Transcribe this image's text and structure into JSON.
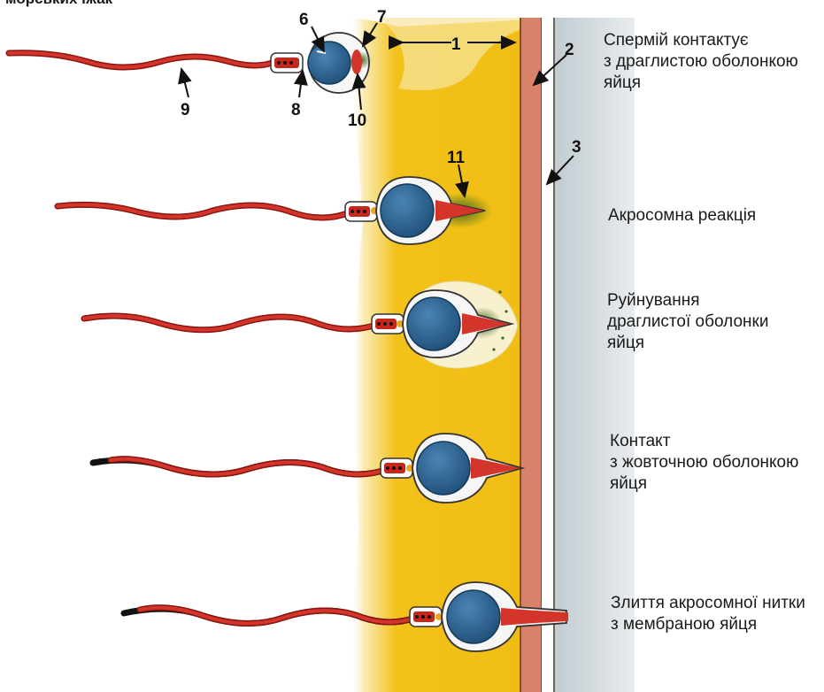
{
  "partial_heading": "морських їжак",
  "stages": [
    {
      "caption": "Спермій контактує\nз драглистою оболонкою\nяйця"
    },
    {
      "caption": "Акросомна реакція"
    },
    {
      "caption": "Руйнування\nдраглистої оболонки\nяйця"
    },
    {
      "caption": "Контакт\nз жовточною оболонкою\nяйця"
    },
    {
      "caption": "Злиття акросомної нитки\nз мембраною яйця"
    }
  ],
  "labels": [
    "1",
    "2",
    "3",
    "6",
    "7",
    "8",
    "9",
    "10",
    "11"
  ],
  "colors": {
    "jelly_coat": "#f2c21a",
    "vitelline_layer": "#d9826a",
    "cytoplasm": "#b9c6cd",
    "tail": "#c8261b",
    "nucleus": "#2a5f8c",
    "acrosome_green": "#4f7a2a"
  }
}
